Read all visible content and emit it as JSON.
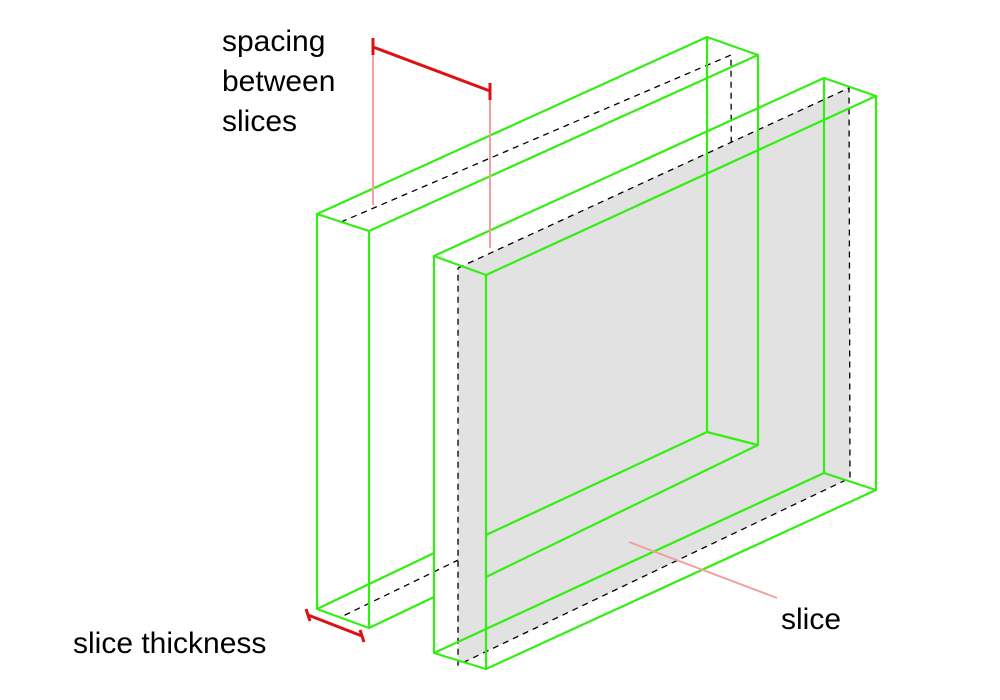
{
  "labels": {
    "spacing_line1": "spacing",
    "spacing_line2": "between",
    "spacing_line3": "slices",
    "slice_thickness": "slice thickness",
    "slice": "slice"
  },
  "colors": {
    "slab_edge": "#33ee11",
    "hidden_edge": "#000000",
    "slice_fill": "#e2e2e2",
    "dimension": "#dd1111",
    "leader": "#f4a0a0"
  }
}
